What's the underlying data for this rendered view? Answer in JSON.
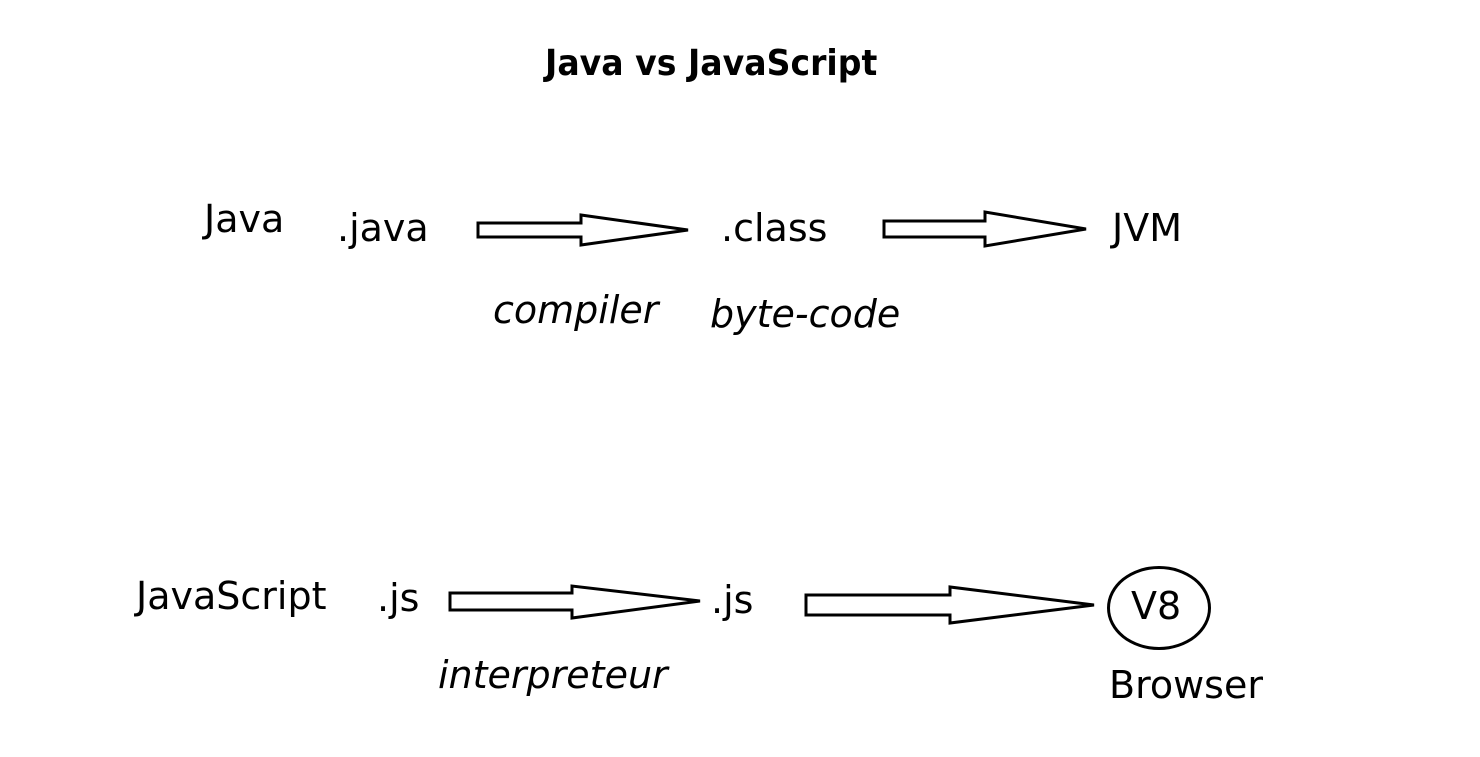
{
  "title": "Java vs JavaScript",
  "java_row": {
    "language": "Java",
    "source_ext": ".java",
    "step1_label": "compiler",
    "output_ext": ".class",
    "output_label": "byte-code",
    "runtime": "JVM"
  },
  "js_row": {
    "language": "JavaScript",
    "source_ext": ".js",
    "step1_label": "interpreteur",
    "output_ext": ".js",
    "engine": "V8",
    "engine_label": "Browser"
  },
  "colors": {
    "stroke": "#000000",
    "background": "#ffffff"
  }
}
